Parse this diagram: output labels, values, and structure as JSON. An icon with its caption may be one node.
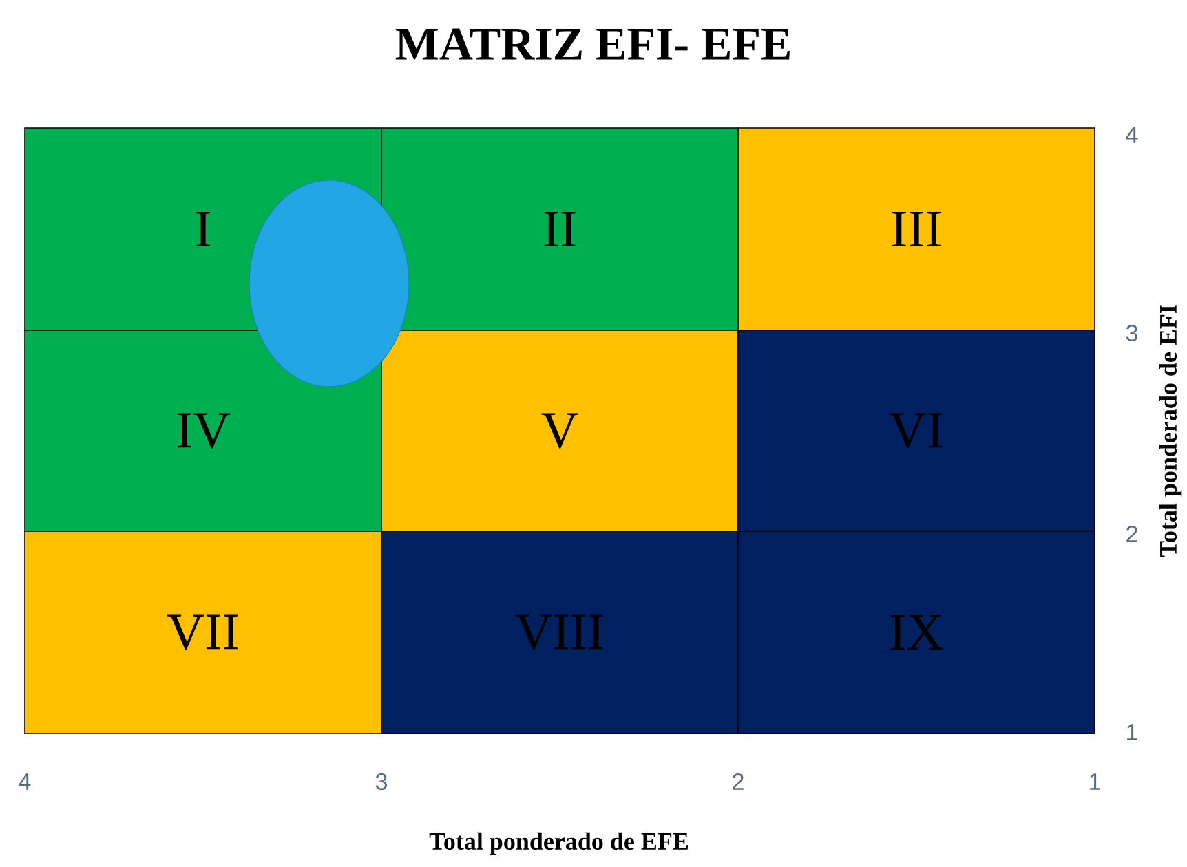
{
  "diagram": {
    "title": "MATRIZ EFI- EFE",
    "nodes": [
      {
        "text": [
          "I"
        ]
      },
      {
        "text": [
          "II"
        ]
      },
      {
        "text": [
          "III"
        ]
      },
      {
        "text": [
          "IV"
        ]
      },
      {
        "text": [
          "V"
        ]
      },
      {
        "text": [
          "VI"
        ]
      },
      {
        "text": [
          "VII"
        ]
      },
      {
        "text": [
          "VIII"
        ]
      },
      {
        "text": [
          "IX"
        ]
      },
      {
        "text": [],
        "shape": "circle"
      }
    ],
    "edges": [],
    "labels": [
      "4",
      "3",
      "2",
      "1",
      "Total ponderado de EFI",
      "4",
      "3",
      "2",
      "1",
      "Total ponderado de EFE"
    ]
  }
}
